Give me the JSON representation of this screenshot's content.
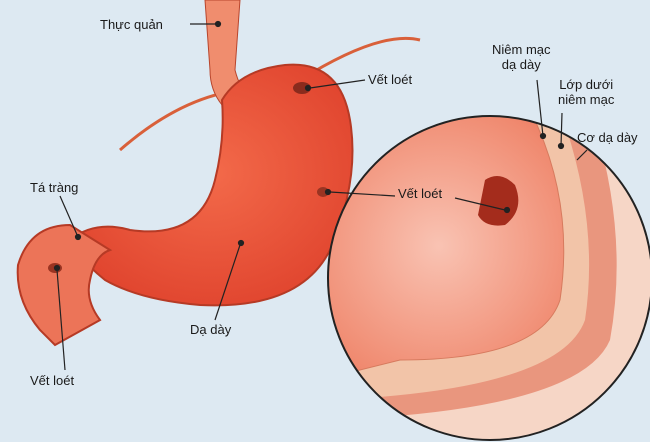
{
  "labels": {
    "esophagus": "Thực quản",
    "ulcer_top": "Vết loét",
    "mucosa_1": "Niêm mạc",
    "mucosa_2": "dạ dày",
    "submucosa_1": "Lớp dưới",
    "submucosa_2": "niêm mạc",
    "muscle": "Cơ dạ dày",
    "ulcer_middle": "Vết loét",
    "duodenum": "Tá tràng",
    "stomach": "Dạ dày",
    "ulcer_bottom": "Vết loét"
  }
}
